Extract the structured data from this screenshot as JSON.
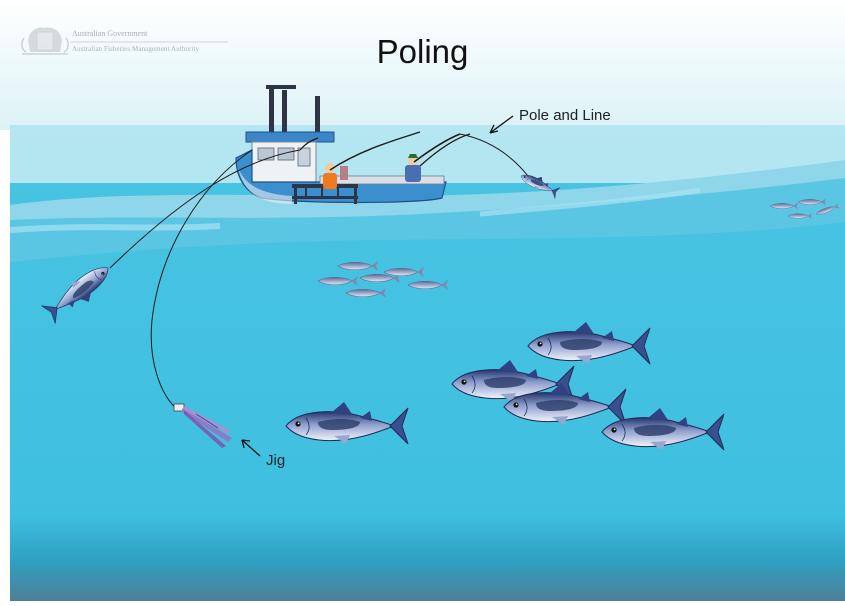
{
  "header": {
    "gov_line1": "Australian Government",
    "gov_line2": "Australian Fisheries Management Authority"
  },
  "title": "Poling",
  "labels": {
    "pole_and_line": "Pole and Line",
    "jig": "Jig"
  },
  "colors": {
    "sky": "#ffffff",
    "sea_surface": "#bfe6ee",
    "sea": "#45c3e1",
    "sea_deep": "#2a9fc0",
    "wave": "#5cc8e4",
    "tuna_back": "#2b3f7a",
    "tuna_belly": "#e9ecf6",
    "boat_hull": "#3b8fcf",
    "crew_orange": "#f07a22"
  }
}
